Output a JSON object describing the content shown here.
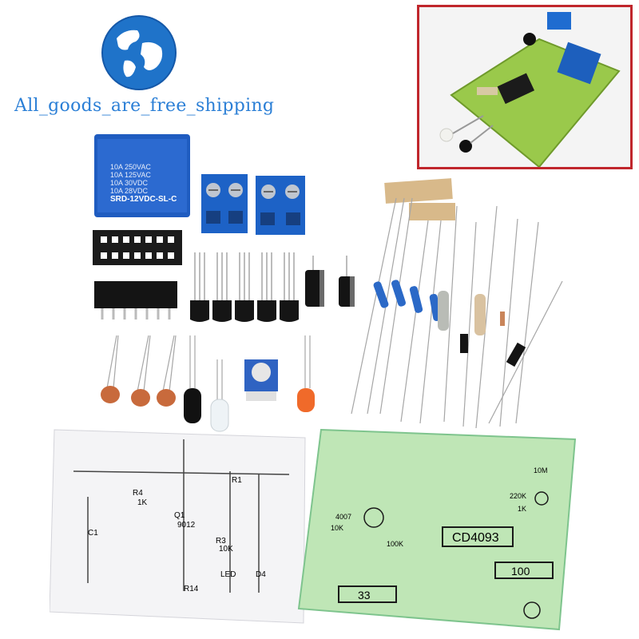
{
  "brand": {
    "text": "All_goods_are_free_shipping",
    "color": "#2b7fd6"
  },
  "inset": {
    "border_color": "#c0262c"
  },
  "relay": {
    "lines": [
      "10A 250VAC",
      "10A 125VAC",
      "10A 30VDC",
      "10A 28VDC",
      "SRD-12VDC-SL-C"
    ]
  },
  "pcb": {
    "labels": [
      "CD4093",
      "100",
      "33",
      "10K",
      "1K",
      "220K",
      "4007",
      "100K",
      "10M"
    ]
  },
  "schematic": {
    "labels": [
      "R1",
      "R3",
      "R4",
      "R14",
      "Q1",
      "LED",
      "D4",
      "C1",
      "1K",
      "10K",
      "9012"
    ]
  }
}
